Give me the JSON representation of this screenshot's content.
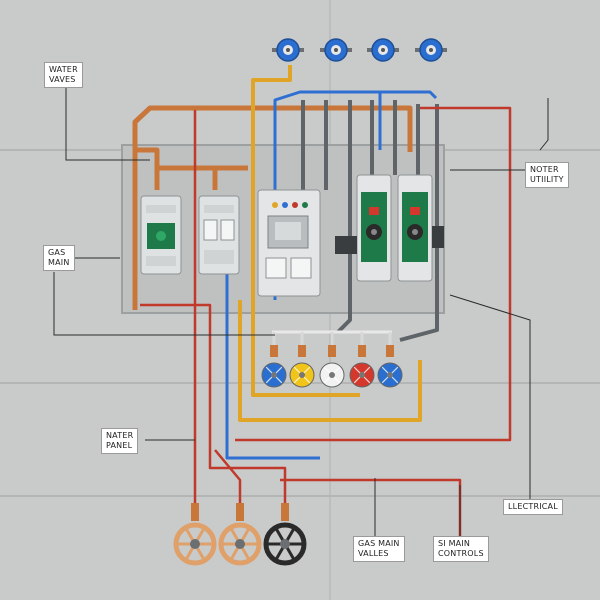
{
  "labels": {
    "water_valves": [
      "WATER",
      "VAVES"
    ],
    "gas_main": [
      "GAS",
      "MAIN"
    ],
    "water_panel": [
      "NATER",
      "PANEL"
    ],
    "meter_utility": [
      "NOTER",
      "UTIILITY"
    ],
    "electrical": [
      "LLECTRICAL"
    ],
    "gas_main_valves": [
      "GAS MAIN",
      "VALLES"
    ],
    "main_controls": [
      "SI MAIN",
      "CONTROLS"
    ]
  },
  "colors": {
    "wall": "#c9cbcb",
    "copper_pipe": "#c8763a",
    "red_wire": "#c0392b",
    "yellow_pipe": "#e0a526",
    "blue_pipe": "#2f6fd1",
    "grey_conduit": "#5f6468",
    "meter_green": "#1f7a4a",
    "valve_blue": "#2a6fd0",
    "valve_yellow": "#f0c419",
    "valve_red": "#d4372c",
    "valve_white": "#f2f2f2",
    "wheel_orange": "#d98a4a",
    "wheel_black": "#2a2a2a"
  },
  "icons": {
    "top_valves": "blue-valve-handle-icon",
    "color_valves": "color-valve-handle-icon",
    "gas_wheels": "handwheel-icon",
    "meters": "utility-meter-icon",
    "breakers": "circuit-breaker-icon"
  },
  "top_valve_count": 4,
  "color_valve_colors": [
    "#2a6fd0",
    "#f0c419",
    "#f2f2f2",
    "#d4372c",
    "#2a6fd0"
  ],
  "gas_wheel_colors": [
    "#e0a06a",
    "#e0a06a",
    "#2a2a2a"
  ]
}
